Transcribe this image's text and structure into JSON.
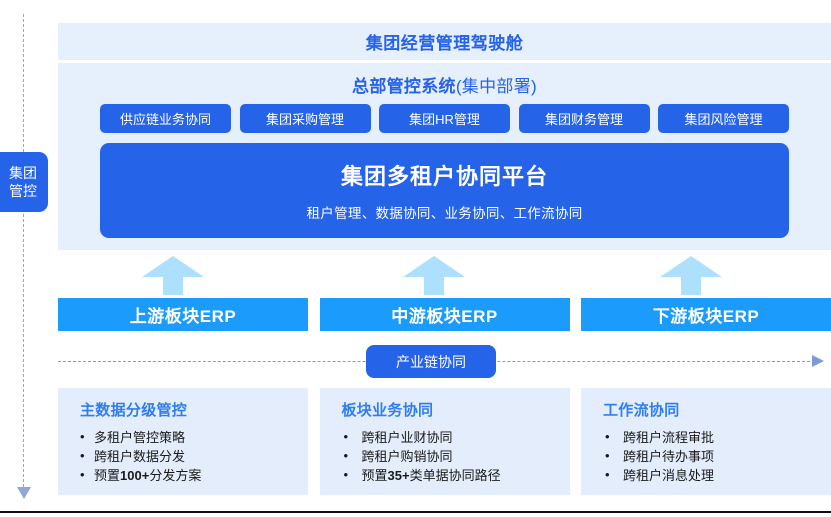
{
  "axis": {
    "badge_line1": "集团",
    "badge_line2": "管控"
  },
  "cockpit": {
    "title": "集团经营管理驾驶舱"
  },
  "hq": {
    "title_bold": "总部管控系统",
    "title_light": "(集中部署)",
    "modules": [
      {
        "label": "供应链业务协同"
      },
      {
        "label": "集团采购管理"
      },
      {
        "label": "集团HR管理"
      },
      {
        "label": "集团财务管理"
      },
      {
        "label": "集团风险管理"
      }
    ],
    "platform": {
      "title": "集团多租户协同平台",
      "subtitle": "租户管理、数据协同、业务协同、工作流协同"
    }
  },
  "erp": {
    "bars": [
      {
        "label": "上游板块ERP"
      },
      {
        "label": "中游板块ERP"
      },
      {
        "label": "下游板块ERP"
      }
    ]
  },
  "chain": {
    "badge": "产业链协同"
  },
  "cards": [
    {
      "title": "主数据分级管控",
      "items": [
        {
          "text": "多租户管控策略"
        },
        {
          "text": "跨租户数据分发"
        },
        {
          "text_pre": "预置",
          "text_bold": "100+",
          "text_post": "分发方案"
        }
      ]
    },
    {
      "title": "板块业务协同",
      "items": [
        {
          "text": "跨租户业财协同"
        },
        {
          "text": "跨租户购销协同"
        },
        {
          "text_pre": "预置",
          "text_bold": "35+",
          "text_post": "类单据协同路径"
        }
      ]
    },
    {
      "title": "工作流协同",
      "items": [
        {
          "text": "跨租户流程审批"
        },
        {
          "text": "跨租户待办事项"
        },
        {
          "text": "跨租户消息处理"
        }
      ]
    }
  ],
  "colors": {
    "primary_blue": "#2563e8",
    "erp_blue": "#1b9bfb",
    "panel_bg": "#e6effc",
    "card_bg": "#e3edfb",
    "arrow_light": "#ade0fd",
    "dash_line": "#8fa8d8",
    "chain_dash": "#7d9bd4",
    "card_title": "#2f7ef0"
  }
}
